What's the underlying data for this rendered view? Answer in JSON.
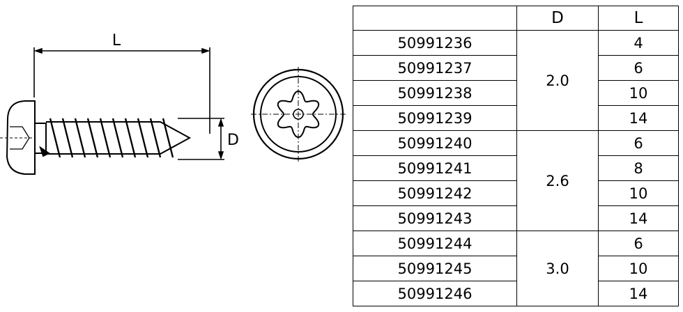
{
  "drawing": {
    "length_label": "L",
    "diameter_label": "D"
  },
  "table": {
    "headers": [
      "",
      "D",
      "L"
    ],
    "groups": [
      {
        "d": "2.0",
        "rows": [
          {
            "code": "50991236",
            "l": "4"
          },
          {
            "code": "50991237",
            "l": "6"
          },
          {
            "code": "50991238",
            "l": "10"
          },
          {
            "code": "50991239",
            "l": "14"
          }
        ]
      },
      {
        "d": "2.6",
        "rows": [
          {
            "code": "50991240",
            "l": "6"
          },
          {
            "code": "50991241",
            "l": "8"
          },
          {
            "code": "50991242",
            "l": "10"
          },
          {
            "code": "50991243",
            "l": "14"
          }
        ]
      },
      {
        "d": "3.0",
        "rows": [
          {
            "code": "50991244",
            "l": "6"
          },
          {
            "code": "50991245",
            "l": "10"
          },
          {
            "code": "50991246",
            "l": "14"
          }
        ]
      }
    ]
  }
}
